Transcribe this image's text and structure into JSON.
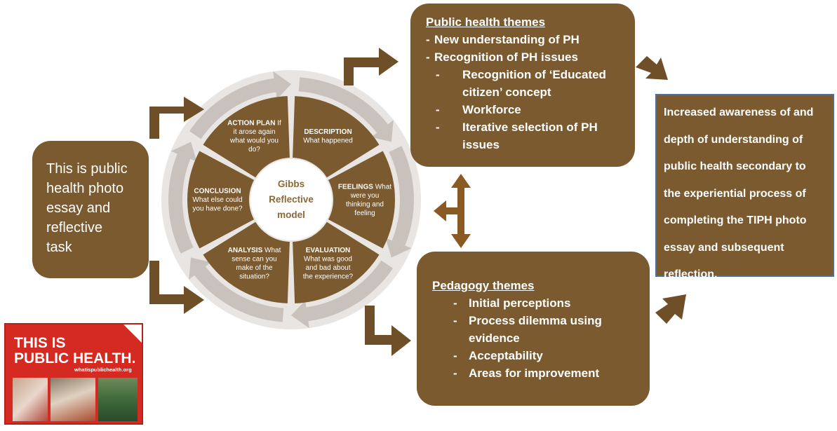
{
  "intro": {
    "lines": [
      "This is public",
      "health photo",
      "essay and",
      "reflective",
      "task"
    ]
  },
  "gibbs": {
    "center": [
      "Gibbs",
      "Reflective",
      "model"
    ],
    "segments": [
      {
        "title": "DESCRIPTION",
        "lines": [
          "What happened"
        ]
      },
      {
        "title": "FEELINGS",
        "lines": [
          "What",
          "were you",
          "thinking and",
          "feeling"
        ]
      },
      {
        "title": "EVALUATION",
        "lines": [
          "What was good",
          "and bad about",
          "the experience?"
        ]
      },
      {
        "title": "ANALYSIS",
        "lines": [
          "What",
          "sense can you",
          "make of the",
          "situation?"
        ]
      },
      {
        "title": "CONCLUSION",
        "lines": [
          "What else could",
          "you have done?"
        ]
      },
      {
        "title": "ACTION PLAN",
        "lines": [
          "If",
          "it arose again",
          "what would you",
          "do?"
        ]
      }
    ]
  },
  "public_health": {
    "title": "Public health themes",
    "items": [
      "New understanding of PH",
      "Recognition of PH issues"
    ],
    "subitems": [
      [
        "Recognition of ‘Educated",
        "citizen’ concept"
      ],
      [
        "Workforce"
      ],
      [
        "Iterative selection of PH",
        "issues"
      ]
    ]
  },
  "pedagogy": {
    "title": "Pedagogy themes",
    "items": [
      [
        "Initial perceptions"
      ],
      [
        "Process dilemma using",
        "evidence"
      ],
      [
        "Acceptability"
      ],
      [
        "Areas for improvement"
      ]
    ]
  },
  "outcome": {
    "lines": [
      "Increased awareness of and",
      "depth of understanding of",
      "public health secondary to",
      "the experiential process of",
      "completing the TIPH photo",
      "essay and subsequent",
      "reflection."
    ]
  },
  "logo": {
    "line1": "THIS IS",
    "line2": "PUBLIC HEALTH.",
    "url": "whatispublichealth.org"
  },
  "colors": {
    "brown": "#7a5a2e",
    "wheel_ring": "#d9d3cf",
    "logo_red": "#d42a22",
    "outcome_border": "#4a6fa8"
  }
}
